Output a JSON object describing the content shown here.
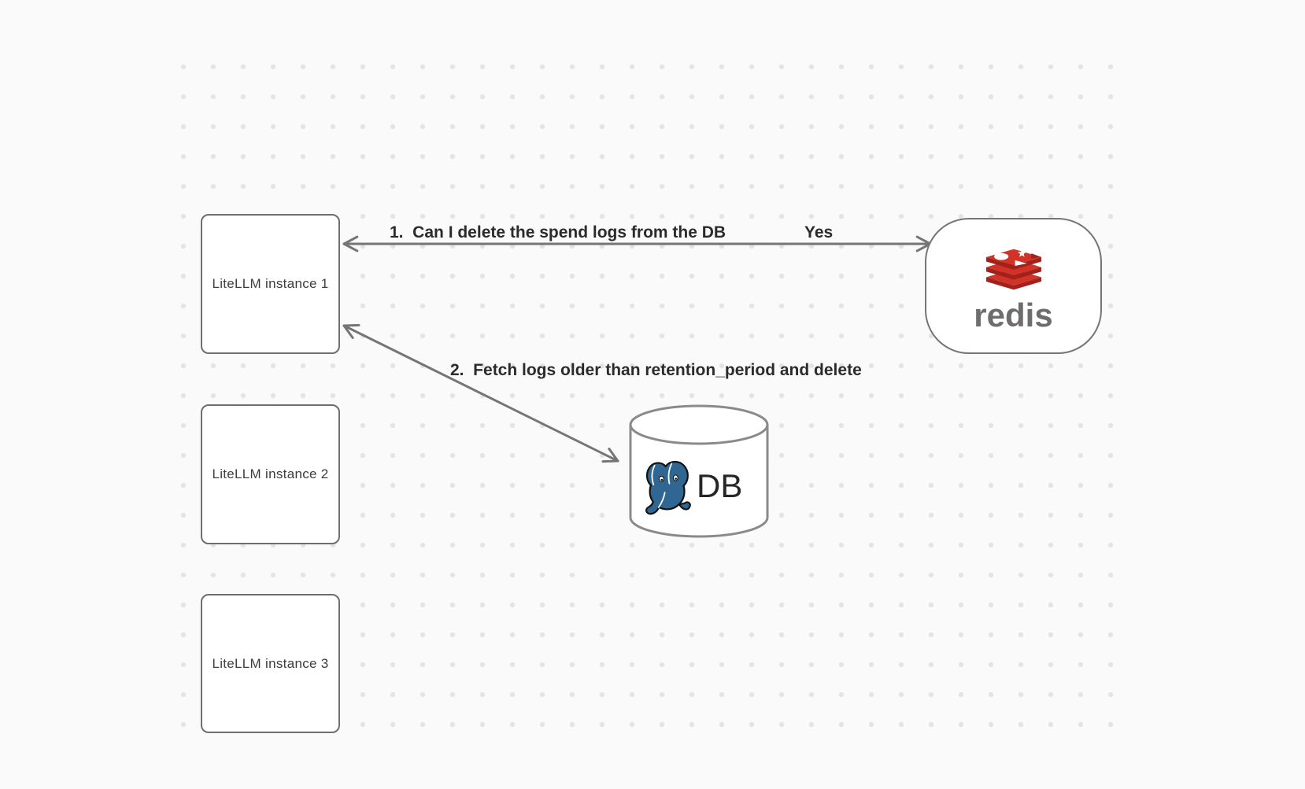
{
  "nodes": {
    "instance1": {
      "label": "LiteLLM instance 1"
    },
    "instance2": {
      "label": "LiteLLM instance 2"
    },
    "instance3": {
      "label": "LiteLLM instance 3"
    },
    "redis": {
      "label": "redis"
    },
    "db": {
      "label": "DB"
    }
  },
  "arrows": {
    "flow1": {
      "label": "1.  Can I delete the spend logs from the DB",
      "response": "Yes"
    },
    "flow2": {
      "label": "2.  Fetch logs older than retention_period and delete"
    }
  },
  "colors": {
    "background": "#fafafa",
    "dot_grid": "#e4e4e4",
    "stroke_gray": "#757575",
    "label_text": "#2b2b2b",
    "redis_red": "#d13327",
    "redis_red_dark": "#a3211c",
    "redis_wordmark_gray": "#6e6c6c",
    "postgres_blue": "#2f6792"
  }
}
